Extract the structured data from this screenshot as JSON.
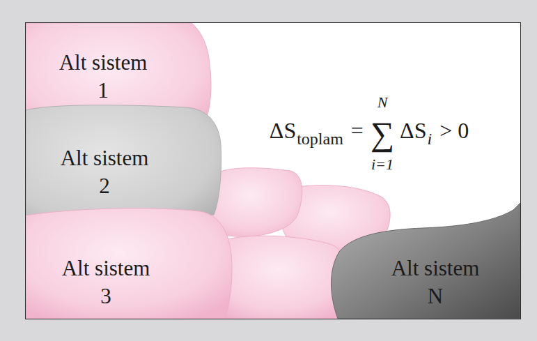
{
  "diagram": {
    "nodes": [
      {
        "text": [
          "Alt sistem 1"
        ]
      },
      {
        "text": [
          "Alt sistem 2"
        ]
      },
      {
        "text": [
          "Alt sistem 3"
        ]
      },
      {
        "text": [
          "Alt sistem N"
        ]
      }
    ],
    "labels": [
      "ΔS",
      "toplam",
      "=",
      "N",
      "∑",
      "i=1",
      "ΔS",
      "i",
      "> 0"
    ]
  }
}
